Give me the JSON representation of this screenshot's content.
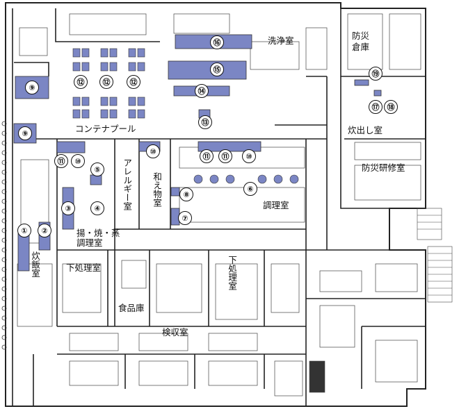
{
  "colors": {
    "wall": "#222222",
    "equipment": "#7b86c4",
    "equipment_dark": "#4d5aa8",
    "marker_border": "#111111"
  },
  "rooms": {
    "bousai_souko": "防災\n倉庫",
    "senjou": "洗浄室",
    "container_pool": "コンテナプール",
    "takidashi": "炊出し室",
    "bousai_kenshu": "防災研修室",
    "allergy": "アレルギー室",
    "wae": "和え物室",
    "chouri": "調理室",
    "age_yaki_mushi": "揚・焼・蒸",
    "age_yaki_mushi_sub": "調理室",
    "suihan": "炊飯室",
    "shita_shori_left": "下処理室",
    "shita_shori_center": "下処理室",
    "shokuhin_ko": "食品庫",
    "kenshu": "検収室"
  },
  "markers": [
    "①",
    "②",
    "③",
    "④",
    "⑤",
    "⑥",
    "⑦",
    "⑧",
    "⑨",
    "⑨",
    "⑩",
    "⑩",
    "⑩",
    "⑪",
    "⑪",
    "⑪",
    "⑫",
    "⑫",
    "⑫",
    "⑬",
    "⑭",
    "⑮",
    "⑯",
    "⑰",
    "⑱",
    "⑲"
  ]
}
